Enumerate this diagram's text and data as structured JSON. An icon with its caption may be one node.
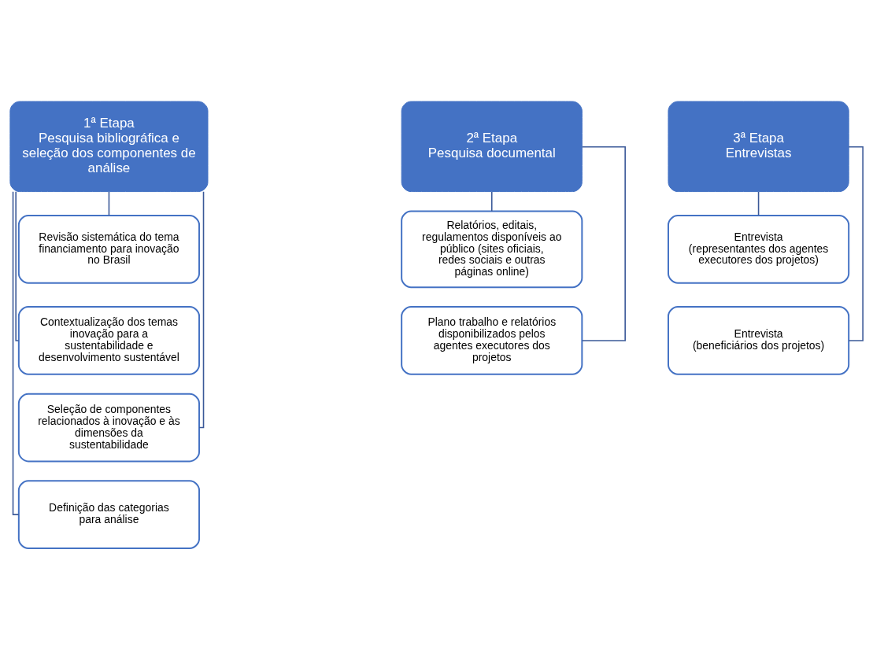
{
  "diagram": {
    "nodes": [
      {
        "text": [
          "1ª Etapa",
          "Pesquisa bibliográfica e seleção dos componentes de análise"
        ]
      },
      {
        "text": [
          "Revisão sistemática do tema financiamento para inovação no Brasil"
        ]
      },
      {
        "text": [
          "Contextualização dos temas inovação para a sustentabilidade e desenvolvimento sustentável"
        ]
      },
      {
        "text": [
          "Seleção de componentes relacionados à inovação e às dimensões da sustentabilidade"
        ]
      },
      {
        "text": [
          "Definição das categorias para análise"
        ]
      },
      {
        "text": [
          "2ª Etapa",
          "Pesquisa documental"
        ]
      },
      {
        "text": [
          "Relatórios, editais, regulamentos disponíveis ao público (sites oficiais, redes sociais e outras páginas online)"
        ]
      },
      {
        "text": [
          "Plano trabalho e relatórios disponibilizados pelos agentes executores dos projetos"
        ]
      },
      {
        "text": [
          "3ª Etapa",
          "Entrevistas"
        ]
      },
      {
        "text": [
          "Entrevista",
          "(representantes dos agentes executores dos projetos)"
        ]
      },
      {
        "text": [
          "Entrevista",
          "(beneficiários dos projetos)"
        ]
      }
    ],
    "edges": [
      {
        "from": 0,
        "to": 1,
        "arrow": "none"
      },
      {
        "from": 0,
        "to": 2,
        "arrow": "none"
      },
      {
        "from": 0,
        "to": 3,
        "arrow": "none"
      },
      {
        "from": 0,
        "to": 4,
        "arrow": "none"
      },
      {
        "from": 5,
        "to": 6,
        "arrow": "none"
      },
      {
        "from": 5,
        "to": 7,
        "arrow": "none"
      },
      {
        "from": 8,
        "to": 9,
        "arrow": "none"
      },
      {
        "from": 8,
        "to": 10,
        "arrow": "none"
      }
    ]
  }
}
